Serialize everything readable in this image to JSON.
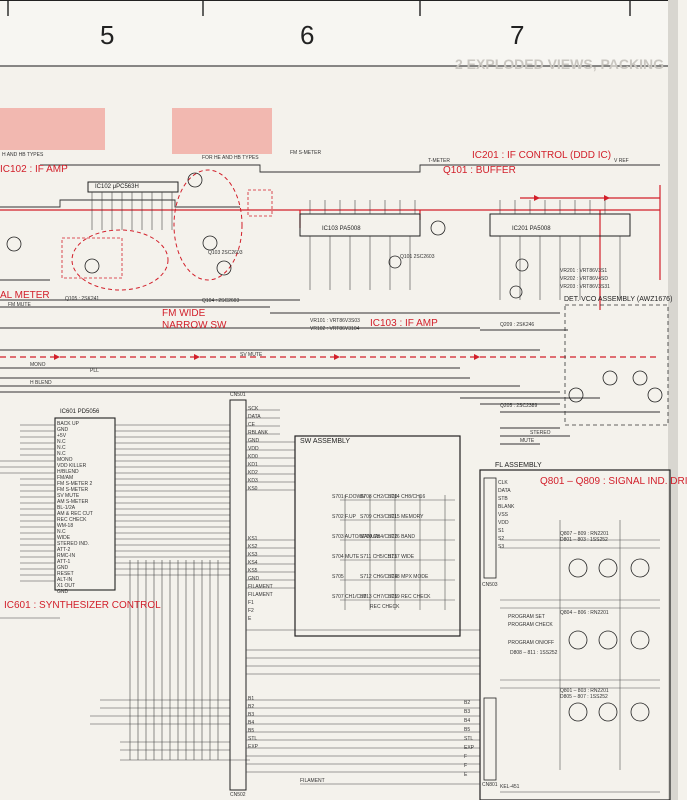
{
  "zones": [
    "5",
    "6",
    "7"
  ],
  "faint_header": "2 EXPLODED VIEWS, PACKING",
  "titles": {
    "ic102": "IC102 : IF AMP",
    "ic201": "IC201 : IF CONTROL (DDD IC)",
    "q101": "Q101 : BUFFER",
    "signal_meter": "AL METER",
    "fm_wide": "FM WIDE",
    "narrow_sw": "NARROW SW",
    "ic103": "IC103 : IF AMP",
    "ic601": "IC601 : SYNTHESIZER CONTROL",
    "q801": "Q801 – Q809 : SIGNAL IND. DRI"
  },
  "labels": {
    "sw_assembly": "SW ASSEMBLY",
    "fl_assembly": "FL ASSEMBLY",
    "det_vco": "DET. VCO ASSEMBLY (AWZ1676)",
    "for_he_hb": "FOR HE AND HB TYPES",
    "for_he_hb2": "H AND HB TYPES",
    "ic102_chip": "IC102   μPC563H",
    "ic103_chip": "IC103   PA5008",
    "ic201_chip": "IC201   PA5008",
    "ic601_chip": "IC601 PD5056",
    "q103": "Q103 2SC2603",
    "q104": "Q104 : 2SC2603",
    "q105": "Q105 : 2SK241",
    "q101": "Q101 2SC2603",
    "q205": "Q205 : 2SC2389",
    "q209": "Q209 : 2SK246",
    "vr201": "VR201 : VRT86V3S1",
    "vr202": "VR202 : VRT86V4SD",
    "vr203": "VR203 : VRT86V3S31",
    "vr101": "VR101 : VRT86V3S03",
    "vr102": "VR102 : VRT86V3104",
    "fm_smeter": "FM S-METER",
    "t_meter": "T-METER",
    "v_ref": "V REF",
    "cn501": "CN501",
    "cn502": "CN502",
    "cn503": "CN503",
    "cn801": "CN801",
    "q807": "Q807 – 809 : RN2201",
    "q804": "Q804 – 806 : RN2201",
    "q801": "Q801 – 803 : RN2201",
    "d801": "D801 – 803 : 1SS252",
    "d805": "D805 – 807 : 1SS252",
    "d808": "D808 – 811 : 1SS252",
    "program_check": "PROGRAM CHECK",
    "program_set": "PROGRAM SET",
    "program_onoff": "PROGRAM ON/OFF",
    "rec_check": "REC CHECK",
    "filament": "FILAMENT",
    "kel": "KEL-451",
    "mono": "MONO",
    "pll": "PLL",
    "hblend": "H BLEND",
    "stereo": "STEREO",
    "mute": "MUTE",
    "fm_mute": "FM MUTE",
    "sv_mute": "SV MUTE"
  },
  "ic601_pins_left": [
    "BACK UP",
    "GND",
    "+5V",
    "N.C",
    "N.C",
    "N.C",
    "MONO",
    "VDD KILLER",
    "H/BLEND",
    "FM/AM",
    "FM S-METER 2",
    "FM S-METER",
    "SV MUTE",
    "AM S-METER",
    "BL-1/2A",
    "AM & REC CUT",
    "REC CHECK",
    "WM-18",
    "N.C",
    "WIDE",
    "STEREO IND.",
    "ATT-2",
    "RMC-IN",
    "ATT-1",
    "GND",
    "RESET",
    "ALT-IN",
    "X1 OUT",
    "GND"
  ],
  "sw_keys": [
    "S701 F.DOWN",
    "S702 F.UP",
    "S703 AUTO/MANUAL",
    "S704 MUTE",
    "S705",
    "S707 CH1/CH9",
    "S708 CH2/CH10",
    "S709 CH3/CH11",
    "S710 CH4/CH12",
    "S711 CH5/CH13",
    "S712 CH6/CH14",
    "S713 CH7/CH15",
    "S714 CH8/CH16",
    "S715 MEMORY",
    "S716 BAND",
    "S717 WIDE",
    "S718 MPX MODE",
    "S719 REC CHECK"
  ],
  "cn_pins": [
    "SCK",
    "DATA",
    "CE",
    "RBLANK",
    "GND",
    "VDD",
    "KD0",
    "KD1",
    "KD2",
    "KD3",
    "KS0",
    "KS1",
    "KS2",
    "KS3",
    "KS4",
    "KS5",
    "GND",
    "FILAMENT",
    "FILAMENT",
    "F1",
    "F2",
    "E",
    "B1",
    "B2",
    "B3",
    "B4",
    "B5",
    "STL",
    "EXP"
  ],
  "fl_pins": [
    "CLK",
    "DATA",
    "STB",
    "BLANK",
    "VSS",
    "VDD",
    "S1",
    "S2",
    "S3"
  ],
  "fl_bottom_pins": [
    "B2",
    "B3",
    "B4",
    "B5",
    "STL",
    "EXP",
    "F",
    "F",
    "E"
  ]
}
